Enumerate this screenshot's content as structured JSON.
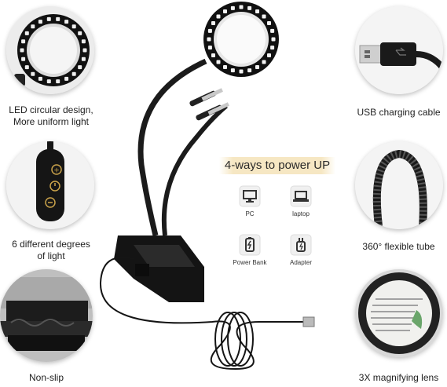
{
  "features": {
    "led": {
      "line1": "LED circular design,",
      "line2": "More uniform light"
    },
    "usb": {
      "label": "USB charging cable"
    },
    "dimmer": {
      "line1": "6 different degrees",
      "line2": "of light"
    },
    "tube": {
      "label": "360° flexible tube"
    },
    "clip": {
      "label": "Non-slip"
    },
    "lens": {
      "label": "3X magnifying lens"
    }
  },
  "power": {
    "title": "4-ways to power UP",
    "options": [
      {
        "label": "PC",
        "icon": "monitor-icon"
      },
      {
        "label": "laptop",
        "icon": "laptop-icon"
      },
      {
        "label": "Power Bank",
        "icon": "battery-icon"
      },
      {
        "label": "Adapter",
        "icon": "plug-icon"
      }
    ]
  },
  "colors": {
    "title_highlight": "#f6e7c3",
    "lamp_black": "#1a1a1a",
    "icon_gray": "#333333"
  }
}
